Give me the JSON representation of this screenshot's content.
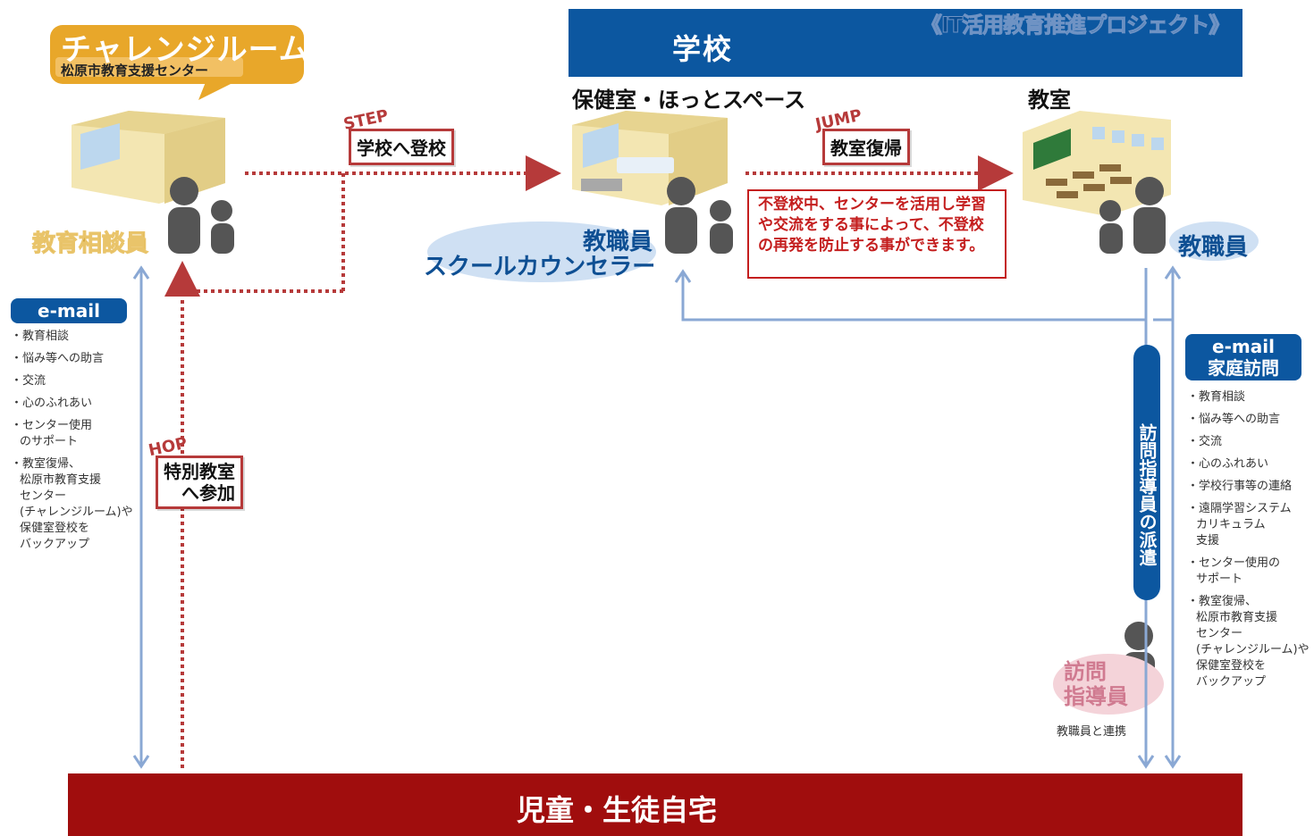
{
  "school": {
    "title": "学校",
    "project_label": "《IT活用教育推進プロジェクト》"
  },
  "challenge_room": {
    "name": "チャレンジルーム",
    "subtitle": "松原市教育支援センター",
    "role": "教育相談員"
  },
  "places": {
    "health_room": "保健室・ほっとスペース",
    "classroom": "教室"
  },
  "steps": {
    "hop_word": "HOP",
    "hop_label": "特別教室\nへ参加",
    "step_word": "STEP",
    "step_label": "学校へ登校",
    "jump_word": "JUMP",
    "jump_label": "教室復帰"
  },
  "roles": {
    "staff_center": "教職員",
    "counselor": "スクールカウンセラー",
    "staff_classroom": "教職員",
    "visiting_instructor": "訪問\n指導員",
    "visiting_caption": "教職員と連携"
  },
  "note": "不登校中、センターを活用し学習や交流をする事によって、不登校の再発を防止する事ができます。",
  "left_panel": {
    "pill": "e-mail",
    "items": [
      "教育相談",
      "悩み等への助言",
      "交流",
      "心のふれあい",
      "センター使用\nのサポート",
      "教室復帰、\n松原市教育支援\nセンター\n(チャレンジルーム)や\n保健室登校を\nバックアップ"
    ]
  },
  "right_panel": {
    "pill_line1": "e-mail",
    "pill_line2": "家庭訪問",
    "items": [
      "教育相談",
      "悩み等への助言",
      "交流",
      "心のふれあい",
      "学校行事等の連絡",
      "遠隔学習システム\nカリキュラム\n支援",
      "センター使用の\nサポート",
      "教室復帰、\n松原市教育支援\nセンター\n(チャレンジルーム)や\n保健室登校を\nバックアップ"
    ]
  },
  "dispatch_label": "訪問指導員の派遣",
  "home": {
    "label": "児童・生徒自宅"
  },
  "colors": {
    "school_blue": "#0c57a0",
    "home_red": "#a00d0d",
    "step_red": "#b63a3a",
    "gold": "#e8a72a",
    "light_blue_line": "#8aa8d4"
  }
}
